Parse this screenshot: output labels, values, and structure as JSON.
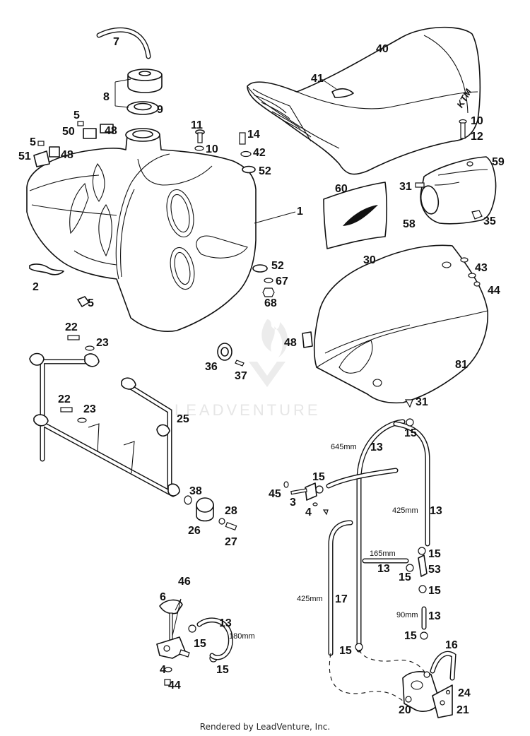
{
  "watermark": "LEADVENTURE",
  "credit": "Rendered by LeadVenture, Inc.",
  "brand_mark": "KTM",
  "callouts": [
    {
      "id": "c7",
      "text": "7"
    },
    {
      "id": "c40",
      "text": "40"
    },
    {
      "id": "c8",
      "text": "8"
    },
    {
      "id": "c9",
      "text": "9"
    },
    {
      "id": "c41",
      "text": "41"
    },
    {
      "id": "c5a",
      "text": "5"
    },
    {
      "id": "c48a",
      "text": "48"
    },
    {
      "id": "c50",
      "text": "50"
    },
    {
      "id": "c11",
      "text": "11"
    },
    {
      "id": "c14",
      "text": "14"
    },
    {
      "id": "c10a",
      "text": "10"
    },
    {
      "id": "c12",
      "text": "12"
    },
    {
      "id": "c5b",
      "text": "5"
    },
    {
      "id": "c10b",
      "text": "10"
    },
    {
      "id": "c42",
      "text": "42"
    },
    {
      "id": "c51",
      "text": "51"
    },
    {
      "id": "c48b",
      "text": "48"
    },
    {
      "id": "c52a",
      "text": "52"
    },
    {
      "id": "c59",
      "text": "59"
    },
    {
      "id": "c60",
      "text": "60"
    },
    {
      "id": "c31a",
      "text": "31"
    },
    {
      "id": "c1",
      "text": "1"
    },
    {
      "id": "c58",
      "text": "58"
    },
    {
      "id": "c35",
      "text": "35"
    },
    {
      "id": "c30",
      "text": "30"
    },
    {
      "id": "c52b",
      "text": "52"
    },
    {
      "id": "c43",
      "text": "43"
    },
    {
      "id": "c2",
      "text": "2"
    },
    {
      "id": "c67",
      "text": "67"
    },
    {
      "id": "c44a",
      "text": "44"
    },
    {
      "id": "c5c",
      "text": "5"
    },
    {
      "id": "c68",
      "text": "68"
    },
    {
      "id": "c22a",
      "text": "22"
    },
    {
      "id": "c23a",
      "text": "23"
    },
    {
      "id": "c48c",
      "text": "48"
    },
    {
      "id": "c81",
      "text": "81"
    },
    {
      "id": "c36",
      "text": "36"
    },
    {
      "id": "c37",
      "text": "37"
    },
    {
      "id": "c22b",
      "text": "22"
    },
    {
      "id": "c23b",
      "text": "23"
    },
    {
      "id": "c31b",
      "text": "31"
    },
    {
      "id": "c25",
      "text": "25"
    },
    {
      "id": "c15a",
      "text": "15"
    },
    {
      "id": "c13a",
      "text": "13"
    },
    {
      "id": "c15b",
      "text": "15"
    },
    {
      "id": "c45",
      "text": "45"
    },
    {
      "id": "c3",
      "text": "3"
    },
    {
      "id": "c38",
      "text": "38"
    },
    {
      "id": "c4a",
      "text": "4"
    },
    {
      "id": "c13b",
      "text": "13"
    },
    {
      "id": "c28",
      "text": "28"
    },
    {
      "id": "c26",
      "text": "26"
    },
    {
      "id": "c27",
      "text": "27"
    },
    {
      "id": "c15c",
      "text": "15"
    },
    {
      "id": "c13c",
      "text": "13"
    },
    {
      "id": "c53",
      "text": "53"
    },
    {
      "id": "c15d",
      "text": "15"
    },
    {
      "id": "c15e",
      "text": "15"
    },
    {
      "id": "c46",
      "text": "46"
    },
    {
      "id": "c6",
      "text": "6"
    },
    {
      "id": "c17",
      "text": "17"
    },
    {
      "id": "c13d",
      "text": "13"
    },
    {
      "id": "c13e",
      "text": "13"
    },
    {
      "id": "c15f",
      "text": "15"
    },
    {
      "id": "c15g",
      "text": "15"
    },
    {
      "id": "c16",
      "text": "16"
    },
    {
      "id": "c15h",
      "text": "15"
    },
    {
      "id": "c4b",
      "text": "4"
    },
    {
      "id": "c15i",
      "text": "15"
    },
    {
      "id": "c24",
      "text": "24"
    },
    {
      "id": "c44b",
      "text": "44"
    },
    {
      "id": "c20",
      "text": "20"
    },
    {
      "id": "c21",
      "text": "21"
    }
  ],
  "dimensions": [
    {
      "id": "d645",
      "text": "645mm"
    },
    {
      "id": "d425a",
      "text": "425mm"
    },
    {
      "id": "d165",
      "text": "165mm"
    },
    {
      "id": "d425b",
      "text": "425mm"
    },
    {
      "id": "d90",
      "text": "90mm"
    },
    {
      "id": "d180",
      "text": "180mm"
    }
  ]
}
